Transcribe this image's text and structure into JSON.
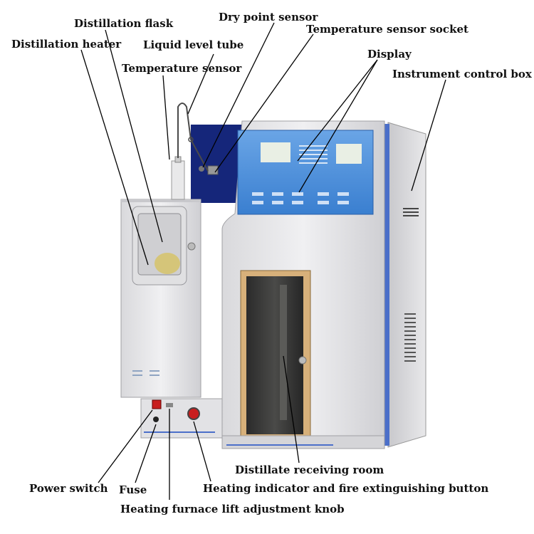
{
  "labels": {
    "distillation_flask": "Distillation flask",
    "dry_point_sensor": "Dry point sensor",
    "temperature_sensor_socket": "Temperature sensor socket",
    "distillation_heater": "Distillation heater",
    "liquid_level_tube": "Liquid level tube",
    "display": "Display",
    "temperature_sensor": "Temperature sensor",
    "instrument_control_box": "Instrument control box",
    "distillate_receiving_room": "Distillate receiving room",
    "power_switch": "Power switch",
    "fuse": "Fuse",
    "heating_indicator": "Heating indicator and fire extinguishing button",
    "lift_adjustment_knob": "Heating furnace lift adjustment knob"
  },
  "colors": {
    "panel_blue": "#3f86d6",
    "body_gray": "#e6e6e8",
    "back_panel": "#15267a",
    "accent_blue": "#4b6fc9",
    "indicator_red": "#c81e1e"
  }
}
